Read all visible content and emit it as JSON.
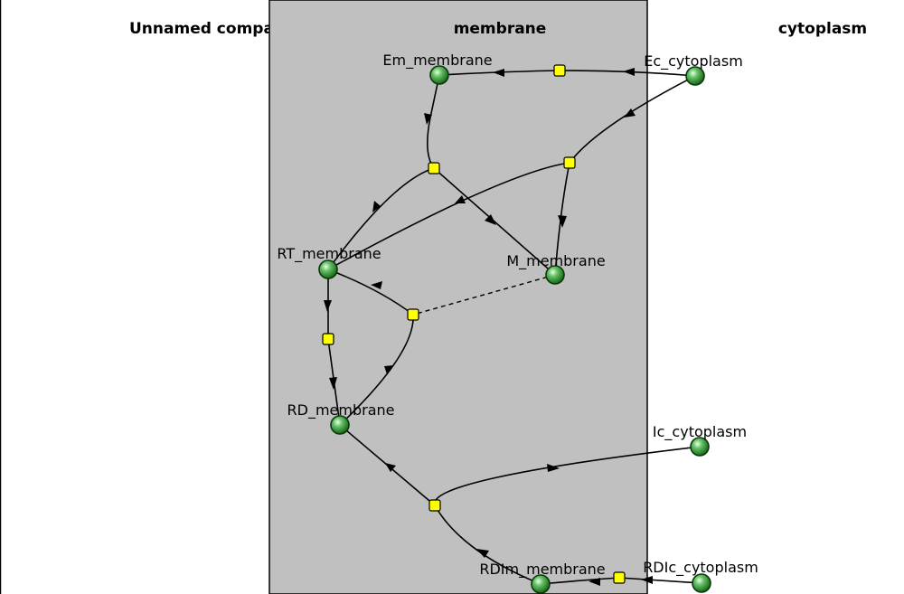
{
  "compartments": {
    "unnamed": "Unnamed compartment",
    "membrane": "membrane",
    "cytoplasm": "cytoplasm"
  },
  "species": {
    "em_membrane": "Em_membrane",
    "ec_cytoplasm": "Ec_cytoplasm",
    "rt_membrane": "RT_membrane",
    "m_membrane": "M_membrane",
    "rd_membrane": "RD_membrane",
    "ic_cytoplasm": "Ic_cytoplasm",
    "rdim_membrane": "RDIm_membrane",
    "rdic_cytoplasm": "RDIc_cytoplasm"
  },
  "colors": {
    "membrane_fill": "#c0c0c0",
    "reaction_node": "#ffff00",
    "species_node": "#2e8b2e"
  }
}
